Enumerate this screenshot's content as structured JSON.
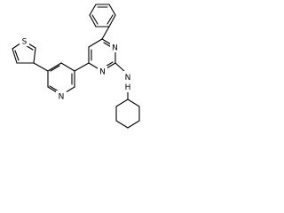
{
  "molecule": {
    "atoms": {
      "n_pyrimidine_top": "N",
      "n_pyrimidine_bottom": "N",
      "n_pyridine": "N",
      "s_thiophene": "S",
      "n_amine": "N",
      "h_amine": "H"
    }
  },
  "colors": {
    "background": "#ffffff",
    "bond": "#000000",
    "atom_label": "#000000"
  }
}
